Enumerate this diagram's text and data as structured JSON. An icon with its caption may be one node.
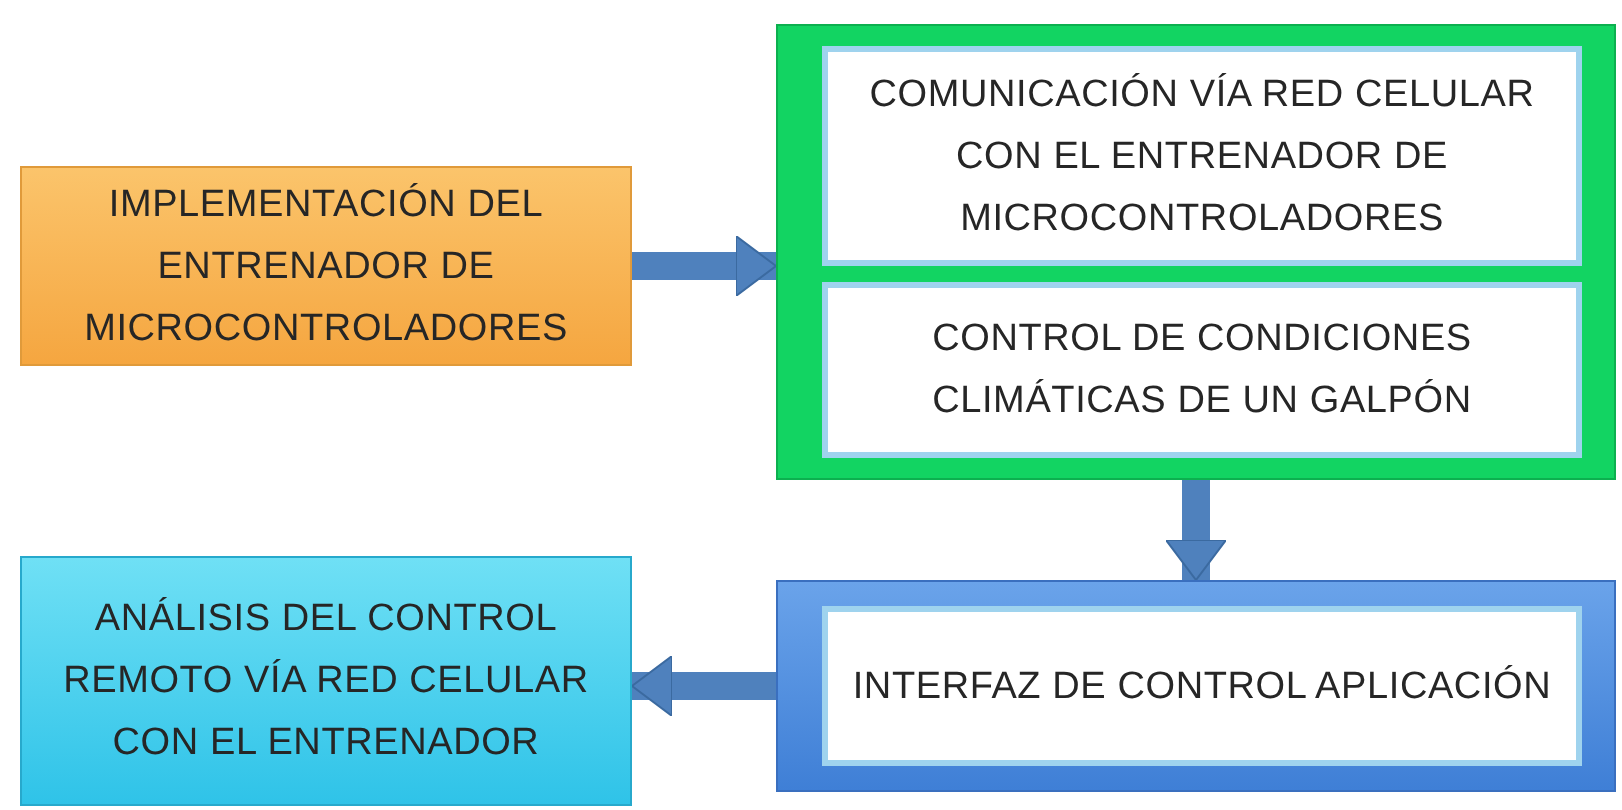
{
  "diagram": {
    "nodes": [
      {
        "text": [
          "IMPLEMENTACIÓN DEL ENTRENADOR DE MICROCONTROLADORES"
        ]
      },
      {
        "text": [],
        "shape": "box"
      },
      {
        "text": [
          "COMUNICACIÓN VÍA RED CELULAR CON EL ENTRENADOR DE MICROCONTROLADORES"
        ],
        "in": 1
      },
      {
        "text": [
          "CONTROL DE CONDICIONES CLIMÁTICAS DE UN GALPÓN"
        ],
        "in": 1
      },
      {
        "text": [],
        "shape": "box"
      },
      {
        "text": [
          "INTERFAZ DE CONTROL APLICACIÓN"
        ],
        "in": 4
      },
      {
        "text": [
          "ANÁLISIS DEL CONTROL REMOTO VÍA RED CELULAR CON EL ENTRENADOR"
        ]
      }
    ],
    "edges": [
      {
        "from": 0,
        "to": 1,
        "arrow": "to"
      },
      {
        "from": 1,
        "to": 4,
        "arrow": "to"
      },
      {
        "from": 4,
        "to": 6,
        "arrow": "to"
      }
    ]
  }
}
